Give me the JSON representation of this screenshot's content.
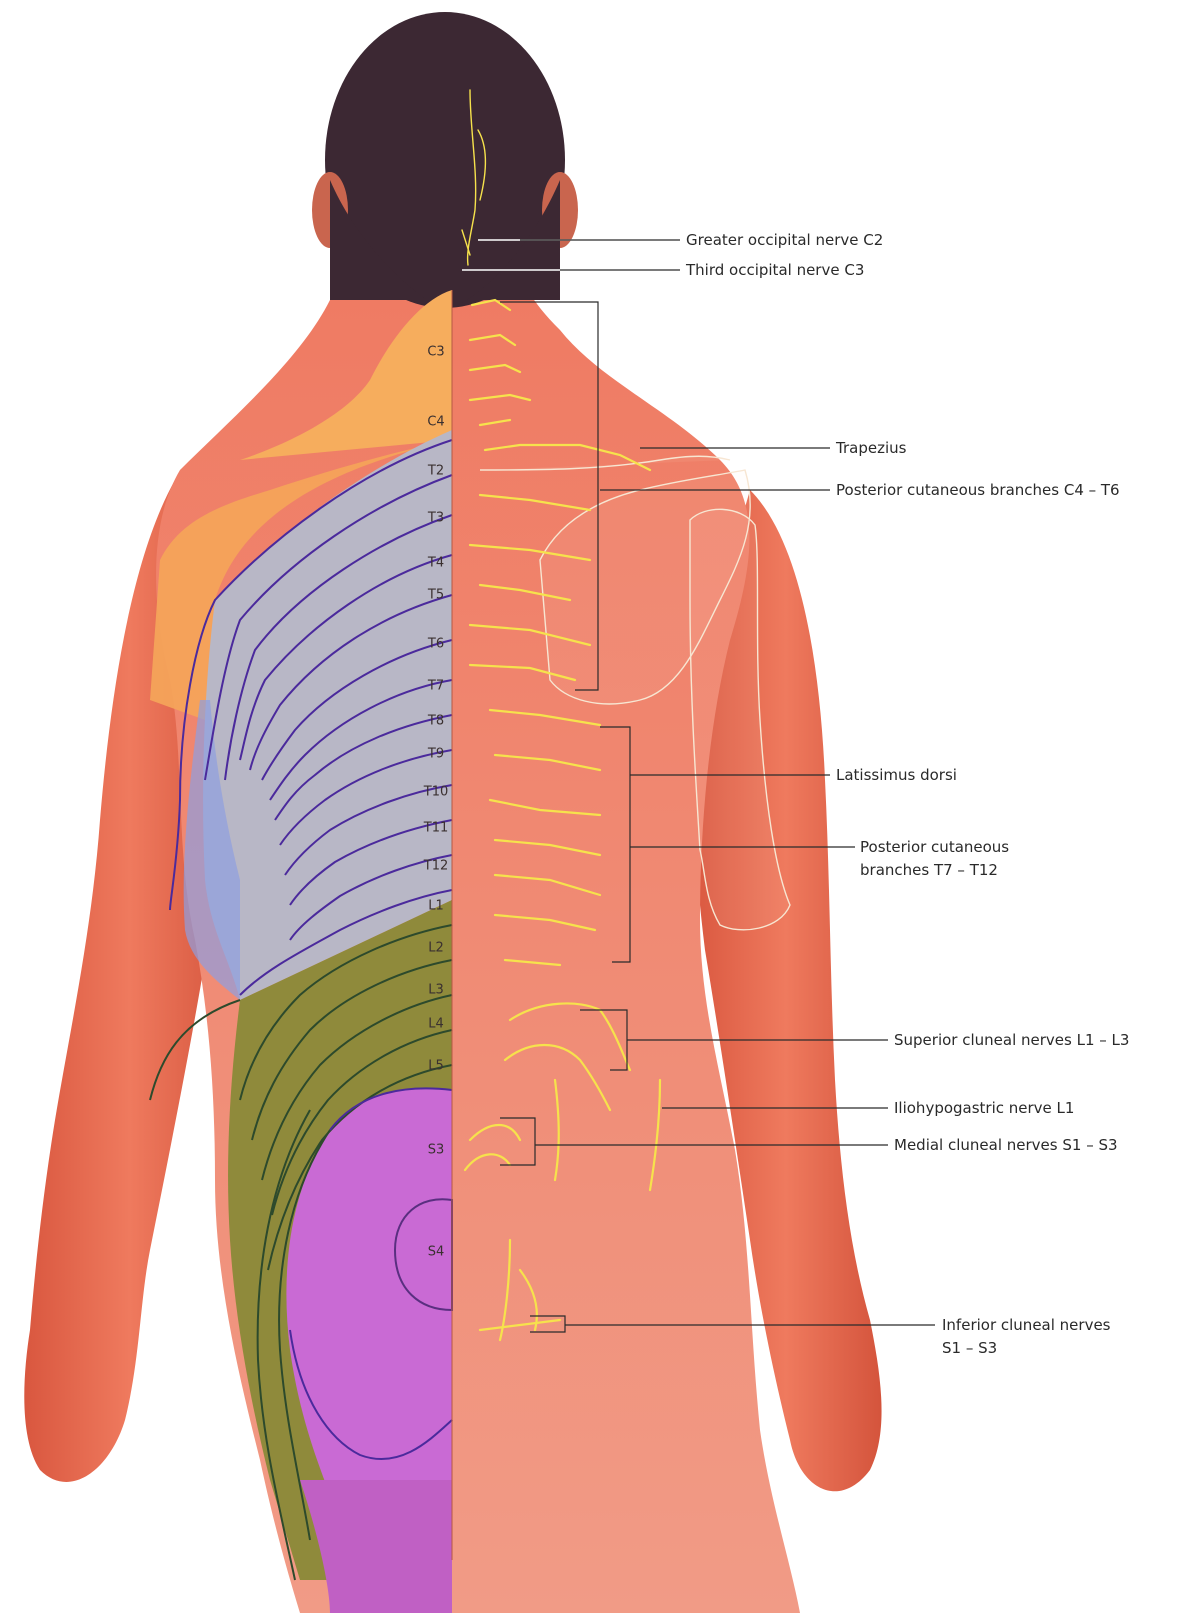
{
  "colors": {
    "background": "#ffffff",
    "skin": "#e8684f",
    "skin_dark": "#c84a37",
    "hair": "#3a2630",
    "orange_zone": "#f3a25a",
    "thoracic_zone": "#b9b8c8",
    "lumbar_zone": "#8e8a3a",
    "sacral_zone": "#c76ad0",
    "nerve": "#f6e24c",
    "leader_line": "#2b2b2b"
  },
  "callouts": {
    "greater_occipital": "Greater occipital nerve C2",
    "third_occipital": "Third occipital nerve C3",
    "trapezius": "Trapezius",
    "posterior_c4_t6": "Posterior cutaneous branches C4 – T6",
    "latissimus": "Latissimus dorsi",
    "posterior_t7_t12_line1": "Posterior cutaneous",
    "posterior_t7_t12_line2": "branches T7 – T12",
    "superior_cluneal": "Superior cluneal nerves L1 – L3",
    "iliohypogastric": "Iliohypogastric nerve L1",
    "medial_cluneal": "Medial cluneal nerves S1 – S3",
    "inferior_cluneal_line1": "Inferior cluneal nerves",
    "inferior_cluneal_line2": "S1 – S3"
  },
  "segments": {
    "c3": "C3",
    "c4": "C4",
    "t2": "T2",
    "t3": "T3",
    "t4": "T4",
    "t5": "T5",
    "t6": "T6",
    "t7": "T7",
    "t8": "T8",
    "t9": "T9",
    "t10": "T10",
    "t11": "T11",
    "t12": "T12",
    "l1": "L1",
    "l2": "L2",
    "l3": "L3",
    "l4": "L4",
    "l5": "L5",
    "s3": "S3",
    "s4": "S4"
  }
}
